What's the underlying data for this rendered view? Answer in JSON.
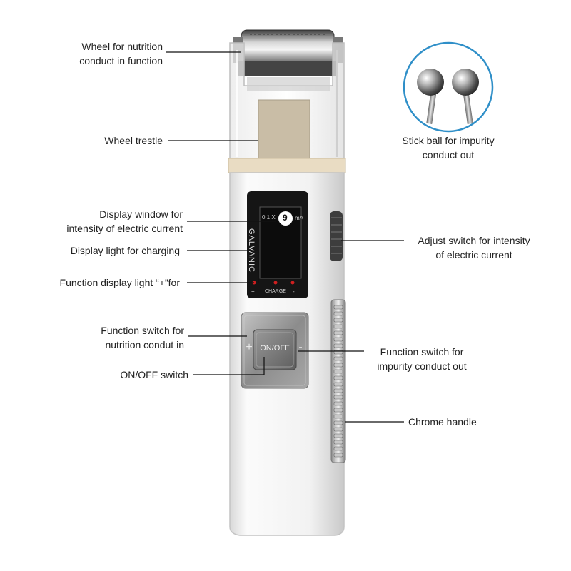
{
  "labels": {
    "wheel_nutrition": [
      "Wheel for nutrition",
      "conduct in function"
    ],
    "wheel_trestle": [
      "Wheel trestle"
    ],
    "display_window": [
      "Display window for",
      "intensity of electric current"
    ],
    "display_light_charging": [
      "Display light for charging"
    ],
    "function_display_light": [
      "Function display light “+”for"
    ],
    "function_switch_in": [
      "Function switch for",
      "nutrition condut in"
    ],
    "onoff_switch": [
      "ON/OFF switch"
    ],
    "stick_ball": [
      "Stick ball for impurity",
      "conduct out"
    ],
    "adjust_switch": [
      "Adjust switch for intensity",
      "of electric current"
    ],
    "function_switch_out": [
      "Function switch for",
      "impurity conduct out"
    ],
    "chrome_handle": [
      "Chrome handle"
    ]
  },
  "device": {
    "brand": "GALVANIC",
    "readout_prefix": "0.1 X",
    "readout_value": "9",
    "readout_unit": "mA",
    "charge_label": "CHARGE",
    "plus_small": "+",
    "minus_small": "-",
    "button_plus": "+",
    "button_minus": "-",
    "button_center": "ON/OFF"
  },
  "colors": {
    "body": "#f4f4f4",
    "display": "#151515",
    "button_plate": "#8e8e8e",
    "accent_red": "#d02020",
    "circle_border": "#2f8fc8",
    "leader": "#111111"
  }
}
